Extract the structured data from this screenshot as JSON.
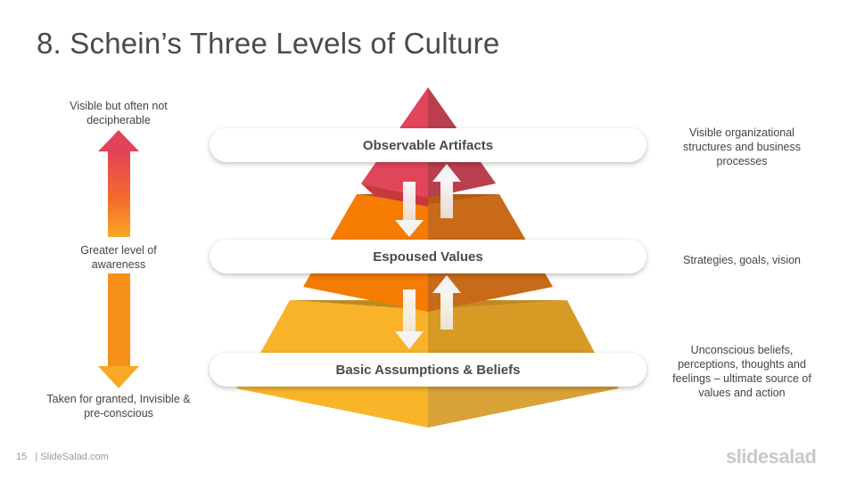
{
  "title": "8. Schein’s Three Levels of Culture",
  "left": {
    "top_label": "Visible but often not decipherable",
    "mid_label": "Greater level of awareness",
    "bottom_label": "Taken for granted, Invisible & pre-conscious"
  },
  "levels": [
    {
      "label": "Observable Artifacts",
      "description": "Visible organizational structures and business processes"
    },
    {
      "label": "Espoused Values",
      "description": "Strategies, goals, vision"
    },
    {
      "label": "Basic Assumptions & Beliefs",
      "description": "Unconscious beliefs, perceptions, thoughts and feelings – ultimate source of values and action"
    }
  ],
  "footer": {
    "page": "15",
    "site": "| SlideSalad.com"
  },
  "brand": "slidesalad",
  "colors": {
    "red": "#e2435a",
    "orange": "#f57c00",
    "amber": "#f9a825",
    "text": "#4a4a4a"
  }
}
